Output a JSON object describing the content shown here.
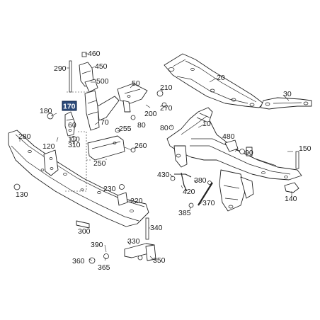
{
  "diagram": {
    "highlighted_part": "170",
    "labels": {
      "p10": "10",
      "p20": "20",
      "p30": "30",
      "p50": "50",
      "p60": "60",
      "p70": "70",
      "p80a": "80",
      "p80b": "80",
      "p90": "90",
      "p110": "110",
      "p120": "120",
      "p130": "130",
      "p140": "140",
      "p150": "150",
      "p170": "170",
      "p180": "180",
      "p200": "200",
      "p210": "210",
      "p220": "220",
      "p230": "230",
      "p250": "250",
      "p255": "255",
      "p260": "260",
      "p270": "270",
      "p280": "280",
      "p290": "290",
      "p300": "300",
      "p310": "310",
      "p330": "330",
      "p340": "340",
      "p350": "350",
      "p360": "360",
      "p365": "365",
      "p370": "370",
      "p380": "380",
      "p385": "385",
      "p390": "390",
      "p420": "420",
      "p430": "430",
      "p450": "450",
      "p460": "460",
      "p480": "480",
      "p500": "500"
    }
  }
}
